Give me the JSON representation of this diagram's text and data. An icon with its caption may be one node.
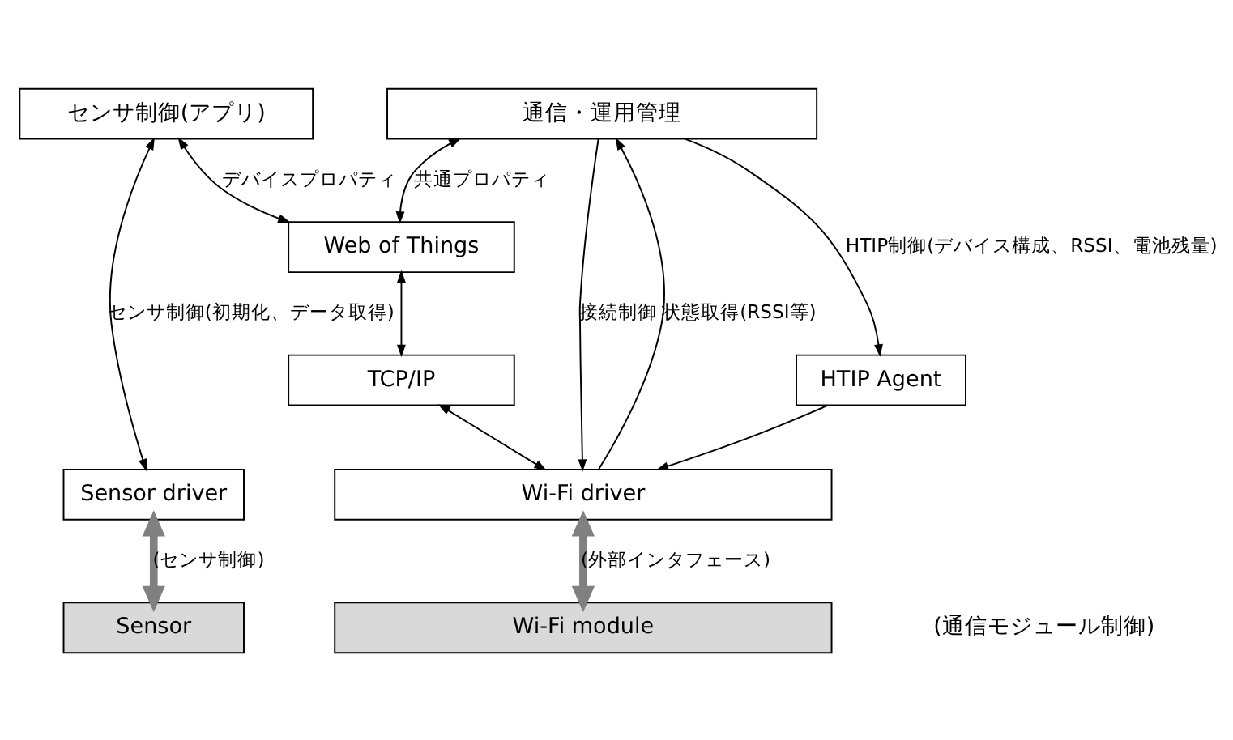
{
  "diagram": {
    "nodes": [
      {
        "text": [
          "センサ制御(アプリ)"
        ]
      },
      {
        "text": [
          "通信・運用管理"
        ]
      },
      {
        "text": [
          "Web of Things"
        ]
      },
      {
        "text": [
          "TCP/IP"
        ]
      },
      {
        "text": [
          "HTIP Agent"
        ]
      },
      {
        "text": [
          "Sensor driver"
        ]
      },
      {
        "text": [
          "Wi-Fi driver"
        ]
      },
      {
        "text": [
          "Sensor"
        ]
      },
      {
        "text": [
          "Wi-Fi module"
        ]
      }
    ],
    "edges": [
      {
        "from": 0,
        "to": 5,
        "arrow": "both",
        "label": "センサ制御(初期化、データ取得)"
      },
      {
        "from": 0,
        "to": 2,
        "arrow": "both",
        "label": "デバイスプロパティ"
      },
      {
        "from": 1,
        "to": 2,
        "arrow": "both",
        "label": "共通プロパティ"
      },
      {
        "from": 2,
        "to": 3,
        "arrow": "both"
      },
      {
        "from": 3,
        "to": 6,
        "arrow": "both"
      },
      {
        "from": 1,
        "to": 6,
        "arrow": "to",
        "label": "接続制御"
      },
      {
        "from": 6,
        "to": 1,
        "arrow": "to",
        "label": "状態取得(RSSI等)"
      },
      {
        "from": 1,
        "to": 4,
        "arrow": "to",
        "label": "HTIP制御(デバイス構成、RSSI、電池残量)"
      },
      {
        "from": 4,
        "to": 6,
        "arrow": "to"
      },
      {
        "from": 5,
        "to": 7,
        "arrow": "both",
        "label": "(センサ制御)",
        "style": "thick",
        "color": "#808080"
      },
      {
        "from": 6,
        "to": 8,
        "arrow": "both",
        "label": "(外部インタフェース)",
        "style": "thick",
        "color": "#808080"
      }
    ],
    "labels": [
      "(通信モジュール制御)"
    ]
  }
}
